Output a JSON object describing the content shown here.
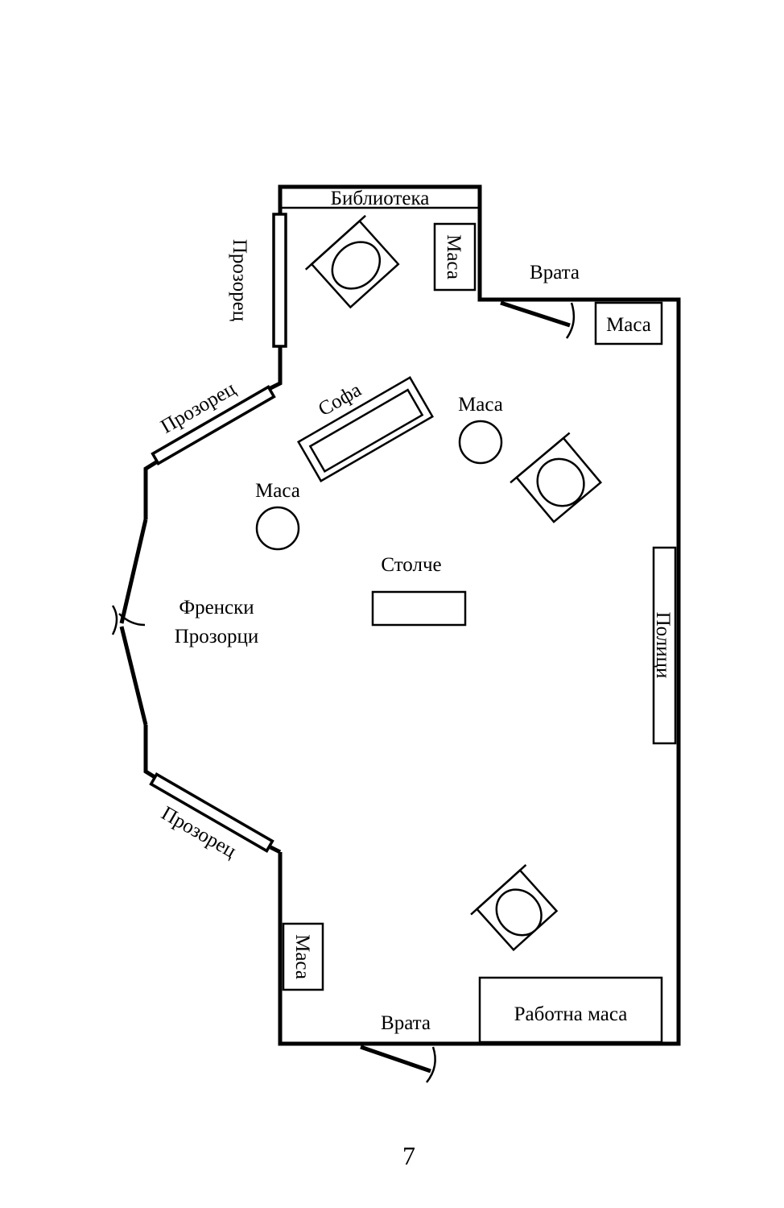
{
  "labels": {
    "library": "Библиотека",
    "window_top": "Прозорец",
    "window_upper_diag": "Прозорец",
    "window_lower_diag": "Прозорец",
    "table_top_left": "Маса",
    "door_top": "Врата",
    "table_top_right": "Маса",
    "sofa": "Софа",
    "table_round_right": "Маса",
    "table_round_left": "Маса",
    "stool": "Столче",
    "french_windows_line1": "Френски",
    "french_windows_line2": "Прозорци",
    "shelves": "Полици",
    "table_bottom_left": "Маса",
    "door_bottom": "Врата",
    "work_table": "Работна маса"
  },
  "page_number": "7"
}
